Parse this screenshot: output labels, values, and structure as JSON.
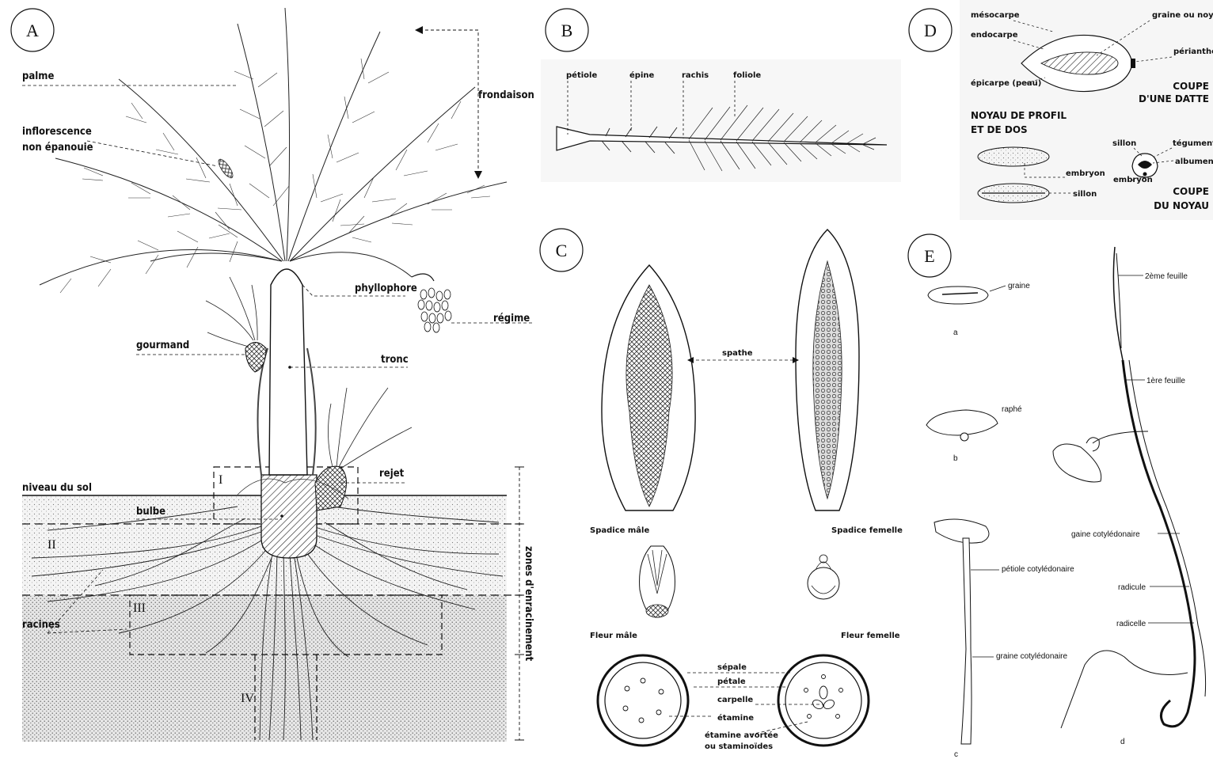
{
  "panels": {
    "A": "A",
    "B": "B",
    "C": "C",
    "D": "D",
    "E": "E"
  },
  "panel_a": {
    "palme": "palme",
    "inflorescence_1": "inflorescence",
    "inflorescence_2": "non épanouie",
    "frondaison": "frondaison",
    "phyllophore": "phyllophore",
    "regime": "régime",
    "gourmand": "gourmand",
    "tronc": "tronc",
    "niveau_du_sol": "niveau du sol",
    "rejet": "rejet",
    "bulbe": "bulbe",
    "racines": "racines",
    "zones": "zones d'enracinement",
    "zone_I": "I",
    "zone_II": "II",
    "zone_III": "III",
    "zone_IV": "IV"
  },
  "panel_b": {
    "petiole": "pétiole",
    "epine": "épine",
    "rachis": "rachis",
    "foliole": "foliole"
  },
  "panel_c": {
    "spathe": "spathe",
    "spadice_male": "Spadice mâle",
    "spadice_femelle": "Spadice femelle",
    "fleur_male": "Fleur mâle",
    "fleur_femelle": "Fleur femelle",
    "sepale": "sépale",
    "petale": "pétale",
    "carpelle": "carpelle",
    "etamine": "étamine",
    "etamine_avortee_1": "étamine avortée",
    "etamine_avortee_2": "ou staminoïdes"
  },
  "panel_d": {
    "mesocarpe": "mésocarpe",
    "endocarpe": "endocarpe",
    "epicarpe": "épicarpe (peau)",
    "graine_ou_noyau": "graine ou noyau",
    "perianthe": "périanthe",
    "coupe_datte_1": "COUPE",
    "coupe_datte_2": "D'UNE DATTE",
    "noyau_profil_1": "NOYAU DE PROFIL",
    "noyau_profil_2": "ET DE DOS",
    "embryon": "embryon",
    "sillon": "sillon",
    "sillon2": "sillon",
    "tegument": "tégument",
    "albumen": "albumen",
    "embryon2": "embryon",
    "coupe_noyau_1": "COUPE",
    "coupe_noyau_2": "DU NOYAU"
  },
  "panel_e": {
    "graine": "graine",
    "a": "a",
    "raphe": "raphé",
    "b": "b",
    "petiole_cotyledonaire": "pétiole cotylédonaire",
    "graine_cotyledonaire": "graine cotylédonaire",
    "c": "c",
    "deuxieme_feuille": "2ème feuille",
    "premiere_feuille": "1ère feuille",
    "gaine_cotyledonaire": "gaine cotylédonaire",
    "radicule": "radicule",
    "radicelle": "radicelle",
    "d": "d"
  }
}
